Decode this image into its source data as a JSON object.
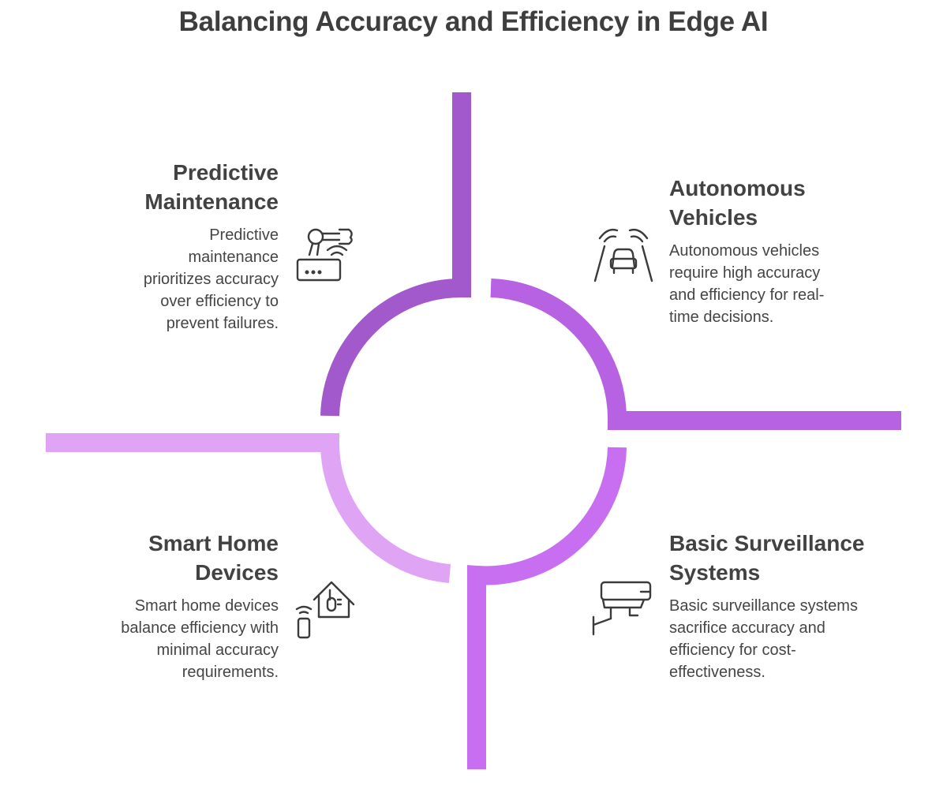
{
  "title": "Balancing Accuracy and Efficiency in Edge AI",
  "colors": {
    "top_left": "#a259cc",
    "top_right": "#b762e2",
    "bottom_left": "#e0a4f5",
    "bottom_right": "#c86ef0",
    "icon_stroke": "#3b3b3b"
  },
  "quadrants": {
    "predictive_maintenance": {
      "heading": "Predictive\nMaintenance",
      "description": "Predictive\nmaintenance\nprioritizes accuracy\nover efficiency to\nprevent failures.",
      "icon": "robot-arm-router-icon"
    },
    "autonomous_vehicles": {
      "heading": "Autonomous\nVehicles",
      "description": "Autonomous vehicles\nrequire high accuracy\nand efficiency for real-\ntime decisions.",
      "icon": "car-sensor-icon"
    },
    "smart_home": {
      "heading": "Smart Home\nDevices",
      "description": "Smart home devices\nbalance efficiency with\nminimal accuracy\nrequirements.",
      "icon": "smart-home-thermostat-icon"
    },
    "surveillance": {
      "heading": "Basic Surveillance\nSystems",
      "description": "Basic surveillance systems\nsacrifice accuracy and\nefficiency for cost-\neffectiveness.",
      "icon": "security-camera-icon"
    }
  }
}
